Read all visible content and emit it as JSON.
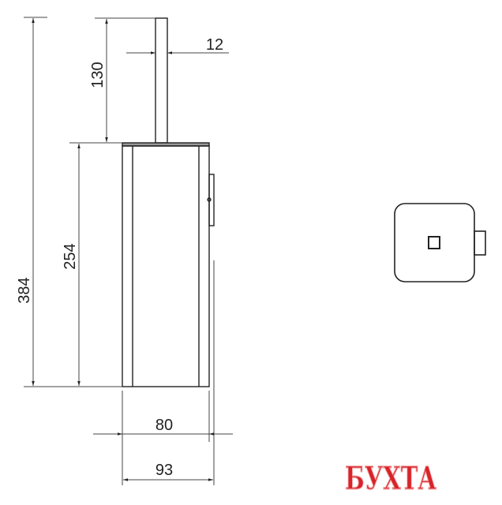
{
  "drawing": {
    "dimensions": {
      "total_height": "384",
      "handle_height": "130",
      "body_height": "254",
      "handle_width": "12",
      "body_width": "80",
      "overall_depth": "93"
    },
    "line_color": "#222222"
  },
  "logo": {
    "text": "БУХТА",
    "color": "#d8232a"
  }
}
